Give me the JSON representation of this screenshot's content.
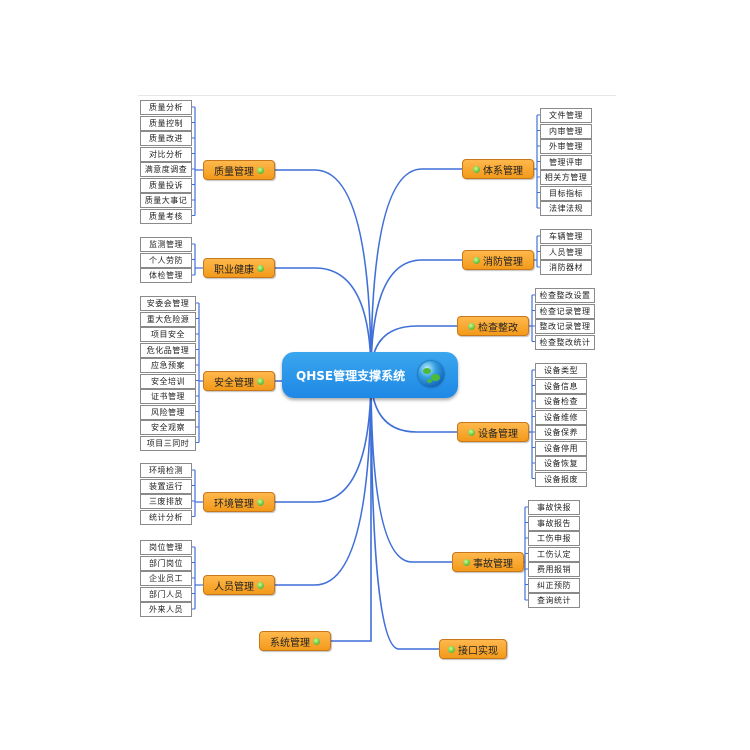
{
  "center": {
    "label": "QHSE管理支撑系统",
    "icon": "globe-icon"
  },
  "left_branches": [
    {
      "label": "质量管理",
      "items": [
        "质量分析",
        "质量控制",
        "质量改进",
        "对比分析",
        "满意度调查",
        "质量投诉",
        "质量大事记",
        "质量考核"
      ]
    },
    {
      "label": "职业健康",
      "items": [
        "监测管理",
        "个人劳防",
        "体检管理"
      ]
    },
    {
      "label": "安全管理",
      "items": [
        "安委会管理",
        "重大危险源",
        "项目安全",
        "危化品管理",
        "应急预案",
        "安全培训",
        "证书管理",
        "风险管理",
        "安全观察",
        "项目三同时"
      ]
    },
    {
      "label": "环境管理",
      "items": [
        "环境检测",
        "装置运行",
        "三废排放",
        "统计分析"
      ]
    },
    {
      "label": "人员管理",
      "items": [
        "岗位管理",
        "部门岗位",
        "企业员工",
        "部门人员",
        "外来人员"
      ]
    },
    {
      "label": "系统管理",
      "items": []
    }
  ],
  "right_branches": [
    {
      "label": "体系管理",
      "items": [
        "文件管理",
        "内审管理",
        "外审管理",
        "管理评审",
        "相关方管理",
        "目标指标",
        "法律法规"
      ]
    },
    {
      "label": "消防管理",
      "items": [
        "车辆管理",
        "人员管理",
        "消防器材"
      ]
    },
    {
      "label": "检查整改",
      "items": [
        "检查整改设置",
        "检查记录管理",
        "整改记录管理",
        "检查整改统计"
      ]
    },
    {
      "label": "设备管理",
      "items": [
        "设备类型",
        "设备信息",
        "设备检查",
        "设备维修",
        "设备保养",
        "设备停用",
        "设备恢复",
        "设备报废"
      ]
    },
    {
      "label": "事故管理",
      "items": [
        "事故快报",
        "事故报告",
        "工伤申报",
        "工伤认定",
        "费用报销",
        "纠正预防",
        "查询统计"
      ]
    },
    {
      "label": "接口实现",
      "items": []
    }
  ],
  "colors": {
    "line": "#3f6fd8",
    "branch": "#f5a020",
    "center": "#2a96e8"
  }
}
